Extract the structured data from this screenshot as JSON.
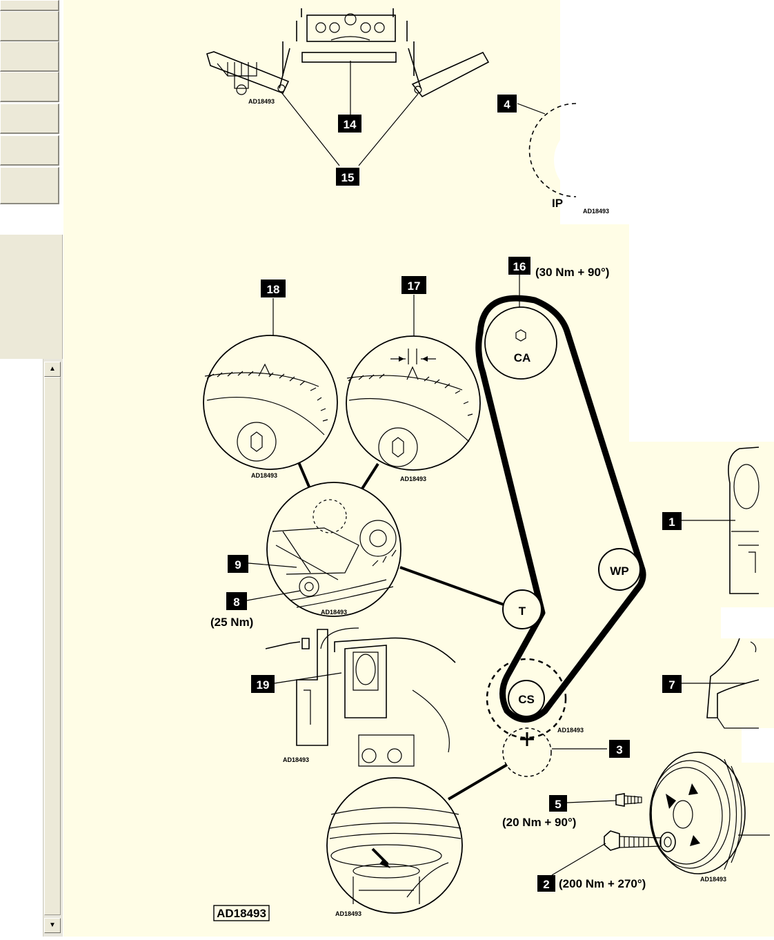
{
  "ui": {
    "scroll_up": "▲",
    "scroll_down": "▼"
  },
  "callouts": {
    "c1": "1",
    "c2": "2",
    "c3": "3",
    "c4": "4",
    "c5": "5",
    "c7": "7",
    "c8": "8",
    "c9": "9",
    "c14": "14",
    "c15": "15",
    "c16": "16",
    "c17": "17",
    "c18": "18",
    "c19": "19"
  },
  "torques": {
    "t16": "(30 Nm + 90°)",
    "t8": "(25 Nm)",
    "t5": "(20 Nm + 90°)",
    "t2": "(200 Nm + 270°)"
  },
  "pulleys": {
    "ca": "CA",
    "wp": "WP",
    "t": "T",
    "cs": "CS",
    "ip": "IP"
  },
  "refs": {
    "code": "AD18493",
    "frame_label": "AD18493"
  },
  "colors": {
    "diagram_background": "#fffde6",
    "panel_gray": "#ece9d8"
  }
}
